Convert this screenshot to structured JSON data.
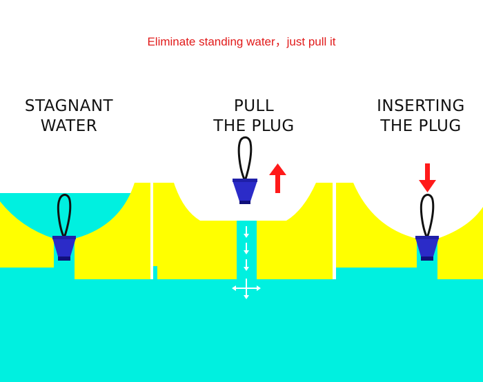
{
  "headline": "Eliminate standing water，just pull it",
  "panels": [
    {
      "line1": "STAGNANT",
      "line2": "WATER",
      "state": "plug-inserted-water-standing"
    },
    {
      "line1": "PULL",
      "line2": "THE PLUG",
      "state": "plug-pulled-water-draining",
      "arrow": "up"
    },
    {
      "line1": "INSERTING",
      "line2": "THE PLUG",
      "state": "plug-being-inserted",
      "arrow": "down"
    }
  ],
  "colors": {
    "water": "#00f0e0",
    "hull": "#ffff00",
    "plug": "#2b2bc8",
    "plug_dark": "#10107a",
    "arrow": "#ff1a1a",
    "title": "#e11a1a",
    "label": "#111111"
  }
}
